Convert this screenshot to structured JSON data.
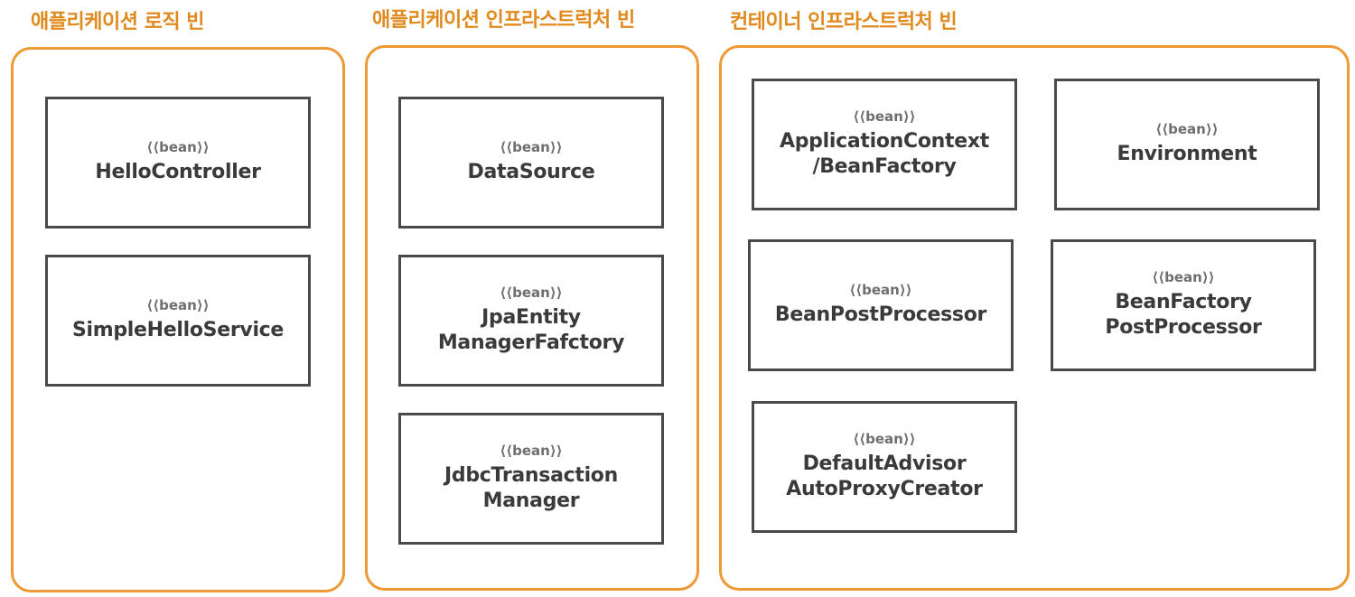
{
  "stereotype": "⟨⟨bean⟩⟩",
  "colors": {
    "accent": "#ee9a34",
    "title": "#e08a1e",
    "box_border": "#4a4a4a"
  },
  "groups": [
    {
      "title": "애플리케이션 로직 빈",
      "beans": [
        {
          "lines": [
            "HelloController"
          ]
        },
        {
          "lines": [
            "SimpleHelloService"
          ]
        }
      ]
    },
    {
      "title": "애플리케이션 인프라스트럭처 빈",
      "beans": [
        {
          "lines": [
            "DataSource"
          ]
        },
        {
          "lines": [
            "JpaEntity",
            "ManagerFafctory"
          ]
        },
        {
          "lines": [
            "JdbcTransaction",
            "Manager"
          ]
        }
      ]
    },
    {
      "title": "컨테이너 인프라스트럭처 빈",
      "beans": [
        {
          "lines": [
            "ApplicationContext",
            "/BeanFactory"
          ]
        },
        {
          "lines": [
            "Environment"
          ]
        },
        {
          "lines": [
            "BeanPostProcessor"
          ]
        },
        {
          "lines": [
            "BeanFactory",
            "PostProcessor"
          ]
        },
        {
          "lines": [
            "DefaultAdvisor",
            "AutoProxyCreator"
          ]
        }
      ]
    }
  ]
}
